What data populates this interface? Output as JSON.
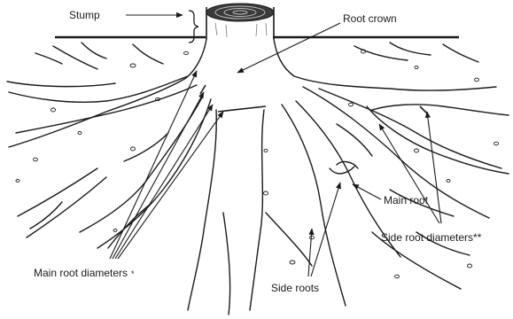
{
  "labels": {
    "stump": "Stump",
    "root_crown": "Root crown",
    "main_root": "Main root",
    "side_root_diameters": "Side root diameters**",
    "main_root_diameters": "Main root diameters",
    "main_root_diameters_mark": "*",
    "side_roots": "Side roots"
  },
  "colors": {
    "ink": "#1a1a1a",
    "background": "#ffffff"
  }
}
